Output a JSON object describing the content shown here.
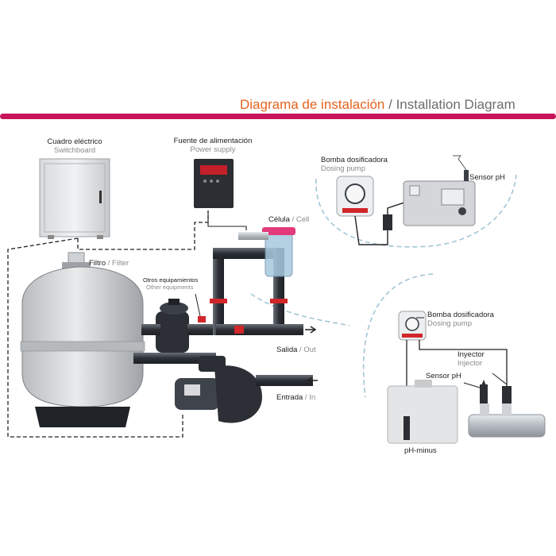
{
  "title": {
    "es": "Diagrama de instalación",
    "sep": " / ",
    "en": "Installation Diagram"
  },
  "labels": {
    "switchboard": {
      "es": "Cuadro eléctrico",
      "en": "Switchboard"
    },
    "power_supply": {
      "es": "Fuente de alimentación",
      "en": "Power supply"
    },
    "cell": {
      "es": "Célula",
      "sep": " / ",
      "en": "Cell"
    },
    "filter": {
      "es": "Filtro",
      "sep": " / ",
      "en": "Filter"
    },
    "other_equipment": {
      "es": "Otros equipamientos",
      "en": "Other equipments"
    },
    "out": {
      "es": "Salida",
      "sep": " / ",
      "en": "Out"
    },
    "in": {
      "es": "Entrada",
      "sep": " / ",
      "en": "In"
    },
    "dosing_pump_1": {
      "es": "Bomba dosificadora",
      "en": "Dosing pump"
    },
    "ph_sensor_1": {
      "es": "Sensor pH"
    },
    "dosing_pump_2": {
      "es": "Bomba dosificadora",
      "en": "Dosing pump"
    },
    "injector": {
      "es": "Inyector",
      "en": "Injector"
    },
    "ph_sensor_2": {
      "es": "Sensor pH"
    },
    "ph_minus": {
      "es": "pH-minus"
    }
  },
  "colors": {
    "title_accent": "#e5621e",
    "title_bar": "#c8145a",
    "pipe": "#3a3f46",
    "red_valve": "#d1262a",
    "cell_pink": "#e23a7a",
    "dashed": "#9fc6d6",
    "panel_red": "#c4202a"
  }
}
